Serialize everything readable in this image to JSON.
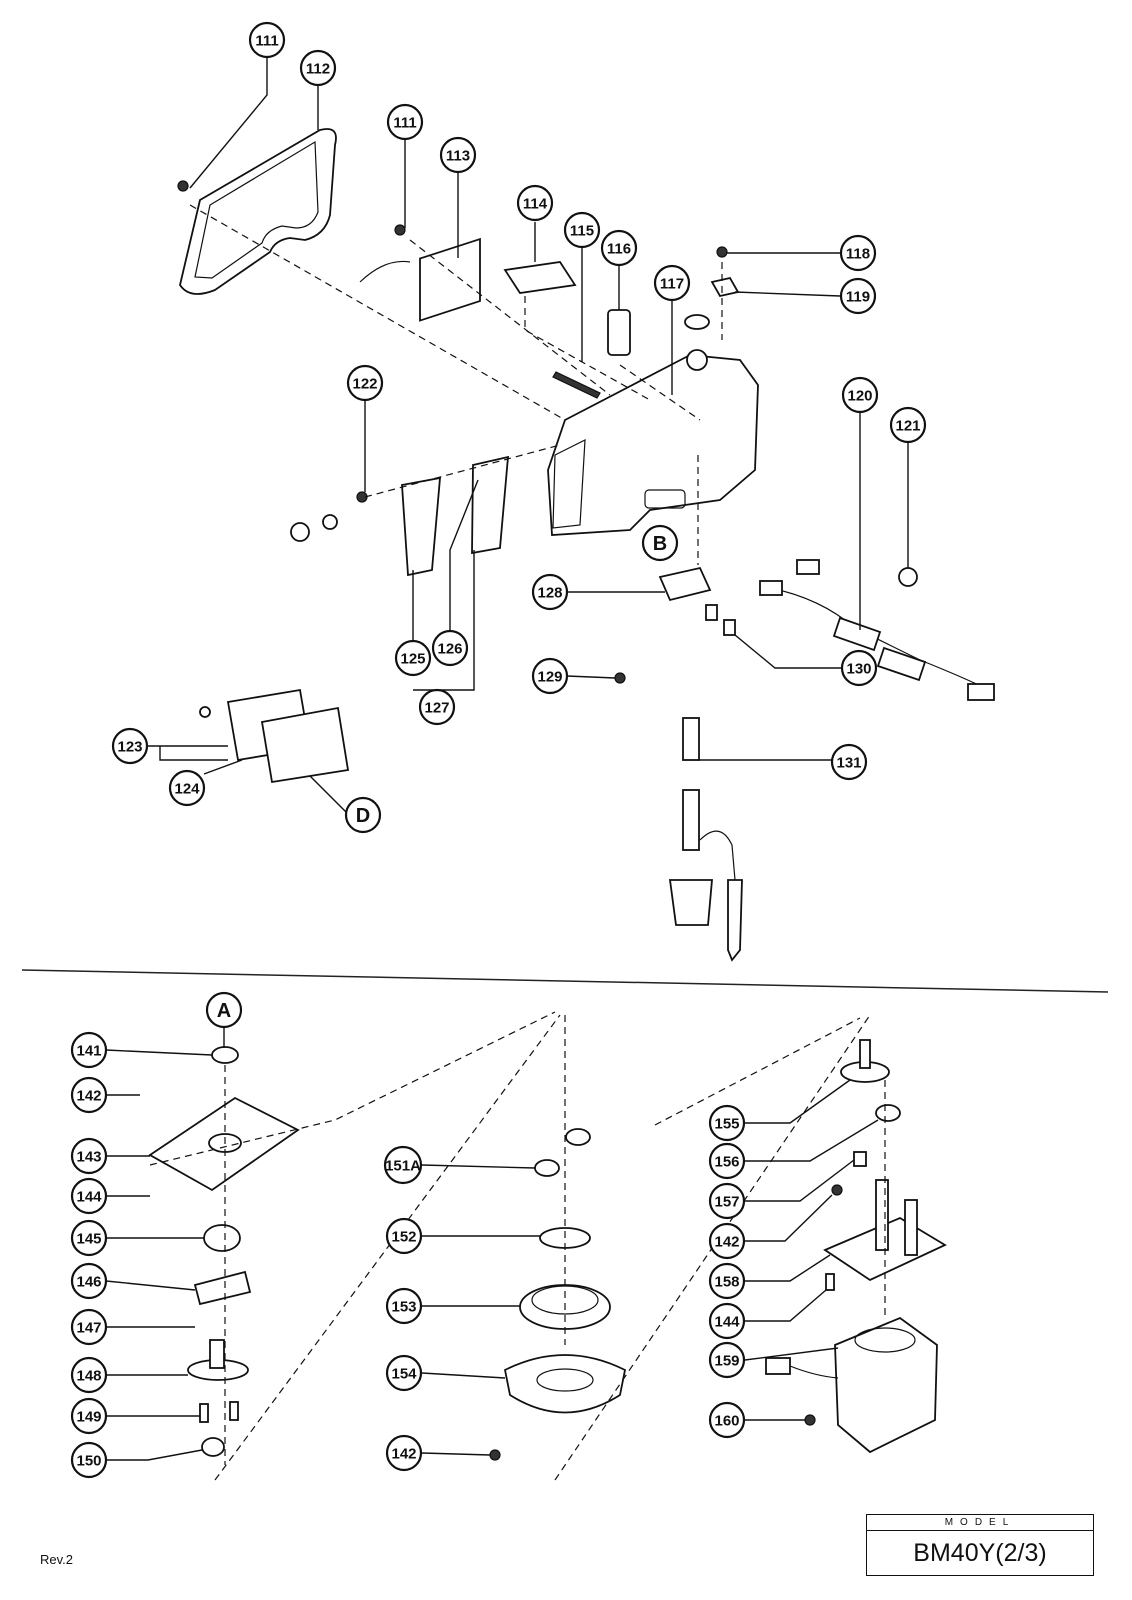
{
  "callouts": [
    {
      "id": "c111a",
      "label": "111"
    },
    {
      "id": "c112",
      "label": "112"
    },
    {
      "id": "c111b",
      "label": "111"
    },
    {
      "id": "c113",
      "label": "113"
    },
    {
      "id": "c114",
      "label": "114"
    },
    {
      "id": "c115",
      "label": "115"
    },
    {
      "id": "c116",
      "label": "116"
    },
    {
      "id": "c117",
      "label": "117"
    },
    {
      "id": "c118",
      "label": "118"
    },
    {
      "id": "c119",
      "label": "119"
    },
    {
      "id": "c120",
      "label": "120"
    },
    {
      "id": "c121",
      "label": "121"
    },
    {
      "id": "c122",
      "label": "122"
    },
    {
      "id": "cB",
      "label": "B"
    },
    {
      "id": "c128",
      "label": "128"
    },
    {
      "id": "c129",
      "label": "129"
    },
    {
      "id": "c130",
      "label": "130"
    },
    {
      "id": "c125",
      "label": "125"
    },
    {
      "id": "c126",
      "label": "126"
    },
    {
      "id": "c127",
      "label": "127"
    },
    {
      "id": "c123",
      "label": "123"
    },
    {
      "id": "c124",
      "label": "124"
    },
    {
      "id": "cD",
      "label": "D"
    },
    {
      "id": "c131",
      "label": "131"
    },
    {
      "id": "cA",
      "label": "A"
    },
    {
      "id": "c141",
      "label": "141"
    },
    {
      "id": "c142a",
      "label": "142"
    },
    {
      "id": "c143",
      "label": "143"
    },
    {
      "id": "c144a",
      "label": "144"
    },
    {
      "id": "c145",
      "label": "145"
    },
    {
      "id": "c146",
      "label": "146"
    },
    {
      "id": "c147",
      "label": "147"
    },
    {
      "id": "c148",
      "label": "148"
    },
    {
      "id": "c149",
      "label": "149"
    },
    {
      "id": "c150",
      "label": "150"
    },
    {
      "id": "c151A",
      "label": "151A"
    },
    {
      "id": "c152",
      "label": "152"
    },
    {
      "id": "c153",
      "label": "153"
    },
    {
      "id": "c154",
      "label": "154"
    },
    {
      "id": "c142b",
      "label": "142"
    },
    {
      "id": "c155",
      "label": "155"
    },
    {
      "id": "c156",
      "label": "156"
    },
    {
      "id": "c157",
      "label": "157"
    },
    {
      "id": "c142c",
      "label": "142"
    },
    {
      "id": "c158",
      "label": "158"
    },
    {
      "id": "c144b",
      "label": "144"
    },
    {
      "id": "c159",
      "label": "159"
    },
    {
      "id": "c160",
      "label": "160"
    }
  ],
  "footer": {
    "revision": "Rev.2",
    "model_caption": "MODEL",
    "model_value": "BM40Y(2/3)"
  }
}
